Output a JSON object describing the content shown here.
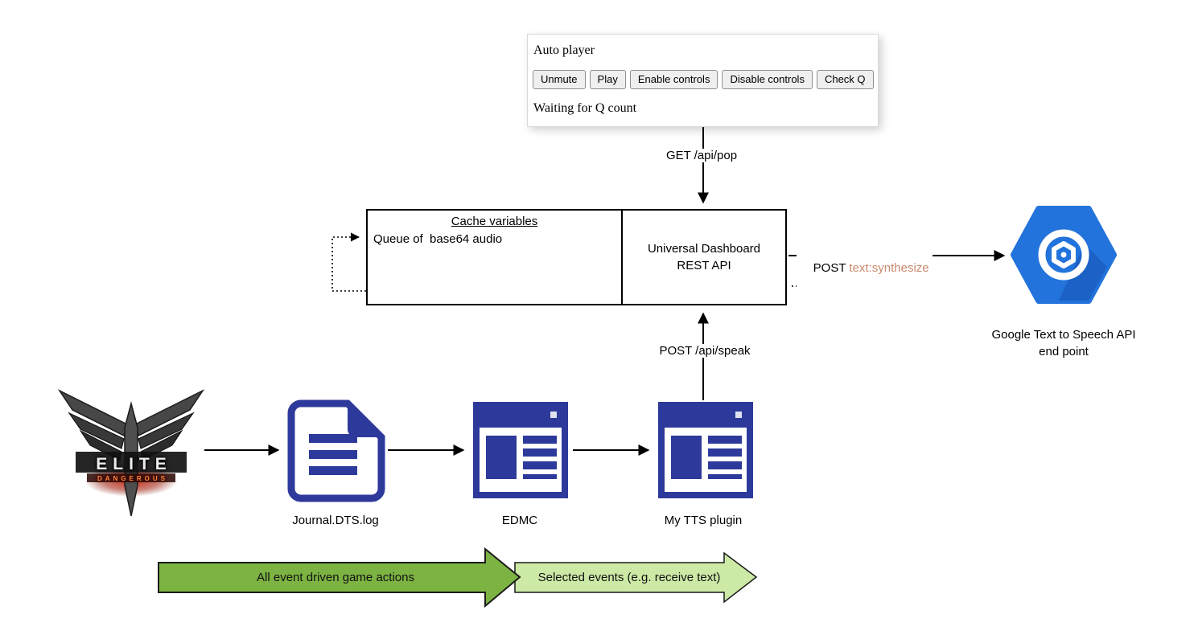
{
  "auto_player": {
    "title": "Auto player",
    "buttons": [
      "Unmute",
      "Play",
      "Enable controls",
      "Disable controls",
      "Check Q"
    ],
    "status": "Waiting for Q count"
  },
  "cache_box": {
    "title": "Cache variables",
    "queue_line": "Queue of  base64 audio",
    "right_line1": "Universal Dashboard",
    "right_line2": "REST API"
  },
  "labels": {
    "get_api_pop": "GET /api/pop",
    "post_api_speak": "POST /api/speak",
    "post": "POST",
    "synthesize": " text:synthesize",
    "journal_file": "Journal.DTS.log",
    "edmc": "EDMC",
    "tts_plugin": "My TTS plugin",
    "google_line1": "Google Text to Speech API",
    "google_line2": "end point"
  },
  "flow_arrows": {
    "all_events": "All event driven game actions",
    "selected_events": "Selected events (e.g. receive text)"
  },
  "logo": {
    "line1": "ELITE",
    "line2": "DANGEROUS"
  },
  "colors": {
    "icon_navy": "#2d3a9b",
    "google_blue": "#2273db",
    "google_blue_dark": "#1b5ec2",
    "synthesize_text": "#c9886c",
    "arrow_green": "#7cb342",
    "arrow_light_green": "#cde9a6",
    "elite_orange": "#ff8a3c"
  }
}
